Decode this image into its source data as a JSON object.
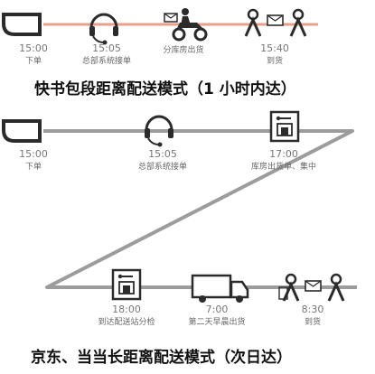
{
  "colors": {
    "top_line": "#e8a08a",
    "bottom_line": "#9c9c9c",
    "icon": "#2b2b2b"
  },
  "top": {
    "caption": "快书包段距离配送模式（1 小时内达）",
    "steps": [
      {
        "time": "15:00",
        "desc": "下单",
        "icon": "phone-icon"
      },
      {
        "time": "15:05",
        "desc": "总部系统接单",
        "icon": "headset-icon"
      },
      {
        "time": "",
        "desc": "分库房出货",
        "icon": "courier-motorbike-icon"
      },
      {
        "time": "15:40",
        "desc": "到货",
        "icon": "handoff-icon"
      }
    ]
  },
  "bottom": {
    "caption": "京东、当当长距离配送模式（次日达）",
    "steps": [
      {
        "time": "15:00",
        "desc": "下单",
        "icon": "phone-icon"
      },
      {
        "time": "15:05",
        "desc": "总部系统接单",
        "icon": "headset-icon"
      },
      {
        "time": "17:00",
        "desc": "库房出货单、集中",
        "icon": "warehouse-icon"
      },
      {
        "time": "18:00",
        "desc": "到达配送站分检",
        "icon": "station-icon"
      },
      {
        "time": "7:00",
        "desc": "第二天早晨出货",
        "icon": "truck-icon"
      },
      {
        "time": "8:30",
        "desc": "到货",
        "icon": "handoff-icon"
      }
    ]
  }
}
